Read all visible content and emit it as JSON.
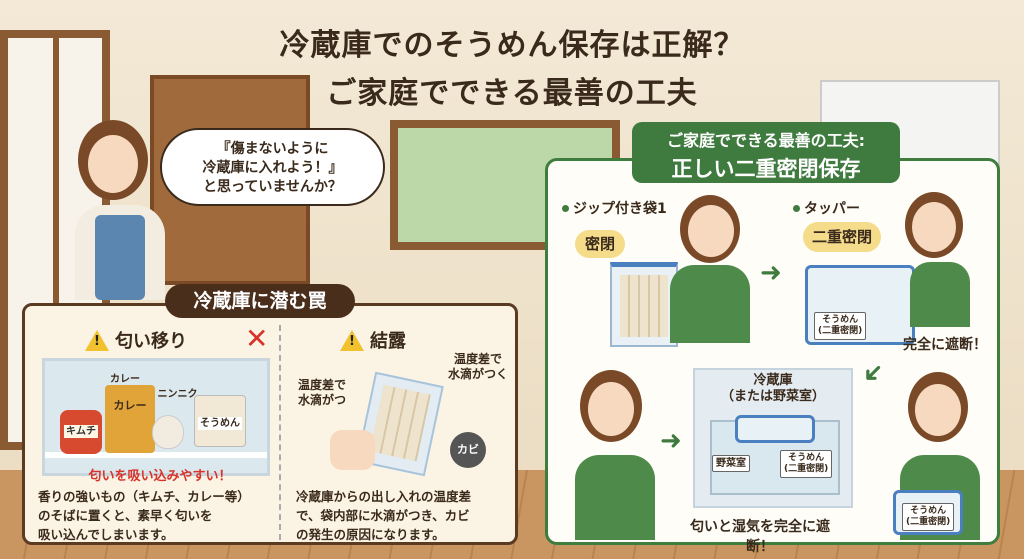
{
  "title": {
    "line1": "冷蔵庫でのそうめん保存は正解？",
    "line2": "ご家庭でできる最善の工夫"
  },
  "speech_bubble": {
    "line1": "『傷まないように",
    "line2": "冷蔵庫に入れよう！』",
    "line3": "と思っていませんか？"
  },
  "traps": {
    "header": "冷蔵庫に潜む罠",
    "odor": {
      "heading": "匂い移り",
      "items": {
        "kimchi": "キムチ",
        "curry_top": "カレー",
        "curry": "カレー",
        "garlic": "ニンニク",
        "somen": "そうめん"
      },
      "warning": "匂いを吸い込みやすい！",
      "body": [
        "香りの強いもの（キムチ、カレー等）",
        "のそばに置くと、素早く匂いを",
        "吸い込んでしまいます。"
      ]
    },
    "condensation": {
      "heading": "結露",
      "note_left": [
        "温度差で",
        "水滴がつ"
      ],
      "note_right": [
        "温度差で",
        "水滴がつく"
      ],
      "mold": "カビ",
      "body": [
        "冷蔵庫からの出し入れの温度差",
        "で、袋内部に水滴がつき、カビ",
        "の発生の原因になります。"
      ]
    }
  },
  "solution": {
    "header_line1": "ご家庭でできる最善の工夫:",
    "header_line2": "正しい二重密閉保存",
    "step1": {
      "label": "ジップ付き袋1",
      "tag": "密閉"
    },
    "step2": {
      "label": "タッパー",
      "tag": "二重密閉",
      "note": "完全に遮断！"
    },
    "container_label": [
      "そうめん",
      "(二重密閉)"
    ],
    "fridge": {
      "line1": "冷蔵庫",
      "line2": "（または野菜室）",
      "drawer": "野菜室"
    },
    "caption": "匂いと湿気を完全に遮断！"
  },
  "colors": {
    "brown": "#4a2e1c",
    "green": "#3f7a3f",
    "warning": "#f2c12e",
    "red": "#d8332a"
  }
}
